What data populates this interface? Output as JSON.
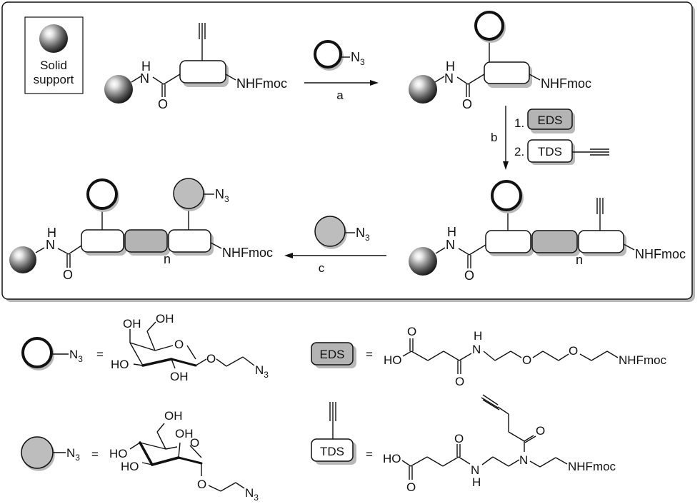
{
  "legend": {
    "solid_support_line1": "Solid",
    "solid_support_line2": "support"
  },
  "scheme": {
    "amide_H": "H",
    "amide_N": "N",
    "amide_O": "O",
    "nhfmoc": "NHFmoc",
    "azide": "N",
    "azide_sub": "3",
    "repeat_n": "n",
    "step_a": "a",
    "step_b": "b",
    "step_c": "c",
    "step_b_1": "1.",
    "step_b_2": "2.",
    "eds": "EDS",
    "tds": "TDS"
  },
  "definitions": {
    "equals": "=",
    "oh": "OH",
    "ho": "HO",
    "o": "O",
    "n": "N",
    "h": "H",
    "n3": "N",
    "n3_sub": "3",
    "nhfmoc": "NHFmoc",
    "eds": "EDS",
    "tds": "TDS"
  },
  "colors": {
    "gray_block": "#b4b4b4",
    "gray_sugar": "#bdbdbd",
    "frame": "#111111",
    "shadow": "#b8b8b8"
  }
}
